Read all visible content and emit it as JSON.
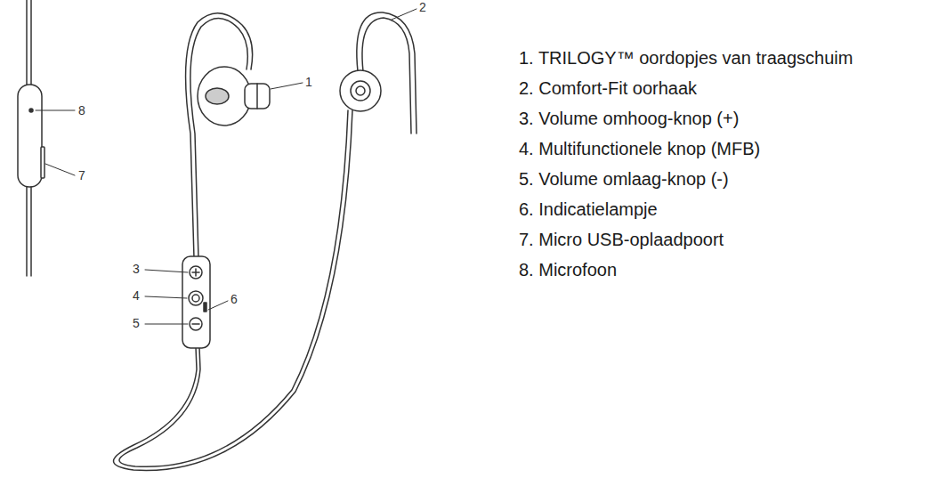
{
  "diagram": {
    "labels": [
      "1",
      "2",
      "3",
      "4",
      "5",
      "6",
      "7",
      "8",
      "1. TRILOGY™ oordopjes van traagschuim",
      "2. Comfort-Fit oorhaak",
      "3. Volume omhoog-knop (+)",
      "4. Multifunctionele knop (MFB)",
      "5. Volume omlaag-knop (-)",
      "6. Indicatielampje",
      "7. Micro USB-oplaadpoort",
      "8. Microfoon"
    ]
  }
}
